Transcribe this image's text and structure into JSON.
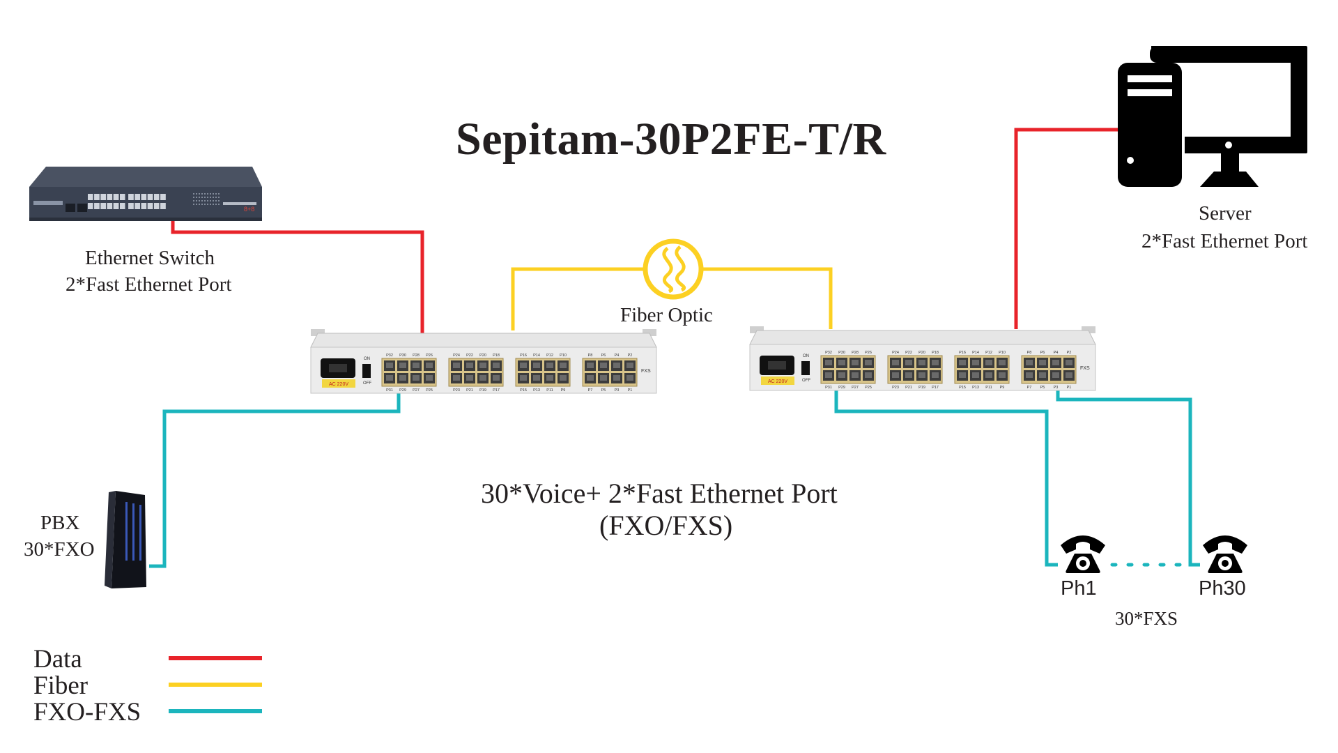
{
  "title": "Sepitam-30P2FE-T/R",
  "devices": {
    "ethernet_switch": {
      "line1": "Ethernet Switch",
      "line2": "2*Fast Ethernet Port"
    },
    "server": {
      "line1": "Server",
      "line2": "2*Fast Ethernet Port"
    },
    "pbx": {
      "line1": "PBX",
      "line2": "30*FXO"
    },
    "fiber": {
      "label": "Fiber Optic"
    },
    "phones": {
      "ph1": "Ph1",
      "ph30": "Ph30",
      "count": "30*FXS"
    },
    "unit_left": {
      "power_label": "AC 220V",
      "on": "ON",
      "off": "OFF",
      "fxs": "FXS",
      "port_groups_top": [
        [
          "P32",
          "P30",
          "P28",
          "P26"
        ],
        [
          "P24",
          "P22",
          "P20",
          "P18"
        ],
        [
          "P16",
          "P14",
          "P12",
          "P10"
        ],
        [
          "P8",
          "P6",
          "P4",
          "P2"
        ]
      ],
      "port_groups_bottom": [
        [
          "P31",
          "P29",
          "P27",
          "P25"
        ],
        [
          "P23",
          "P21",
          "P19",
          "P17"
        ],
        [
          "P15",
          "P13",
          "P11",
          "P9"
        ],
        [
          "P7",
          "P5",
          "P3",
          "P1"
        ]
      ]
    },
    "unit_right": {
      "power_label": "AC 220V",
      "on": "ON",
      "off": "OFF",
      "fxs": "FXS"
    }
  },
  "caption": {
    "line1": "30*Voice+ 2*Fast Ethernet Port",
    "line2": "(FXO/FXS)"
  },
  "legend": [
    {
      "label": "Data",
      "color": "#e8232a"
    },
    {
      "label": "Fiber",
      "color": "#fcd022"
    },
    {
      "label": "FXO-FXS",
      "color": "#1bb5bd"
    }
  ]
}
